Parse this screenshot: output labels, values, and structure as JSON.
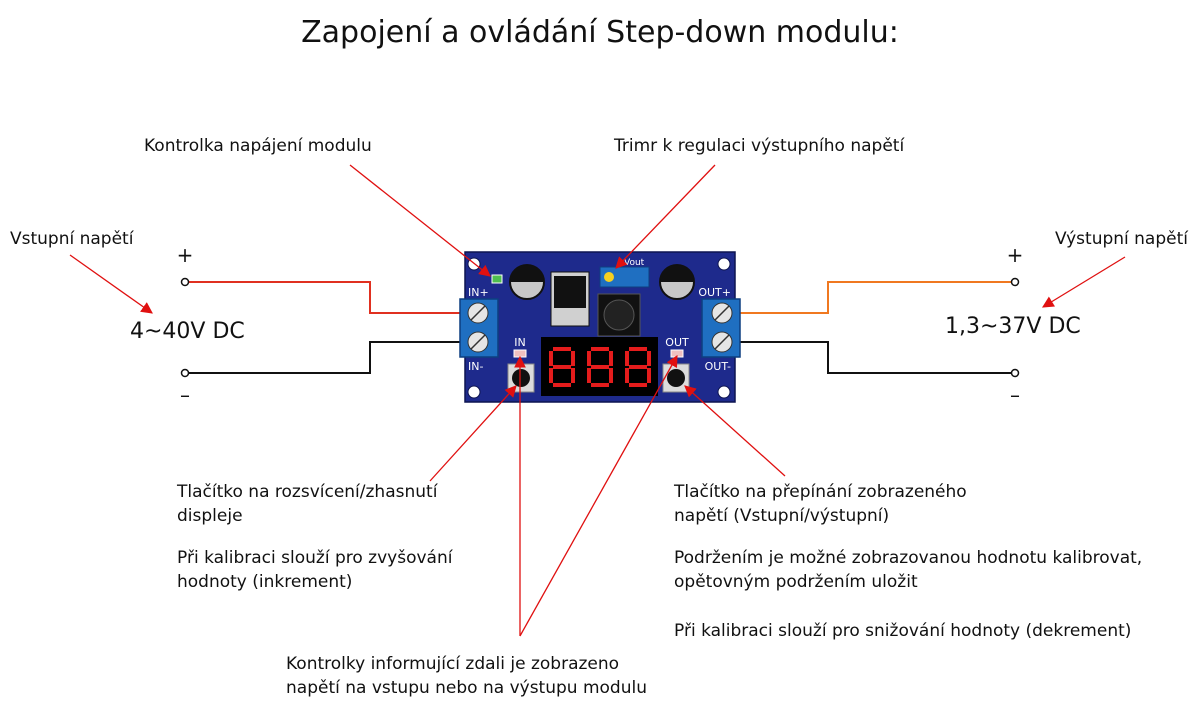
{
  "title": "Zapojení a ovládání Step-down modulu:",
  "labels": {
    "power_led": "Kontrolka napájení modulu",
    "trimmer": "Trimr k regulaci výstupního napětí",
    "input_voltage": "Vstupní napětí",
    "output_voltage": "Výstupní napětí",
    "input_range": "4~40V DC",
    "output_range": "1,3~37V DC",
    "plus_symbol": "+",
    "minus_symbol": "–"
  },
  "board": {
    "in_plus": "IN+",
    "in_minus": "IN-",
    "out_plus": "OUT+",
    "out_minus": "OUT-",
    "in_led": "IN",
    "out_led": "OUT",
    "trimmer_text": "Vout",
    "display_digits": [
      "8",
      "8",
      "8"
    ]
  },
  "left_button": {
    "line1": "Tlačítko na rozsvícení/zhasnutí",
    "line2": "displeje",
    "line3": "Při kalibraci slouží pro zvyšování",
    "line4": "hodnoty (inkrement)"
  },
  "right_button": {
    "line1": "Tlačítko na přepínání zobrazeného",
    "line2": "napětí (Vstupní/výstupní)",
    "line3": "Podržením je možné zobrazovanou hodnotu kalibrovat,",
    "line4": "opětovným podržením uložit",
    "line5": "Při kalibraci slouží pro snižování hodnoty (dekrement)"
  },
  "indicator_leds": {
    "line1": "Kontrolky informující zdali je zobrazeno",
    "line2": "napětí na vstupu nebo na výstupu modulu"
  },
  "colors": {
    "board": "#1e2a8c",
    "terminal": "#1f6fc1",
    "display_segment": "#e51c1c",
    "arrow": "#e01010",
    "input_wire": "#e03020",
    "output_wire": "#f07820"
  }
}
